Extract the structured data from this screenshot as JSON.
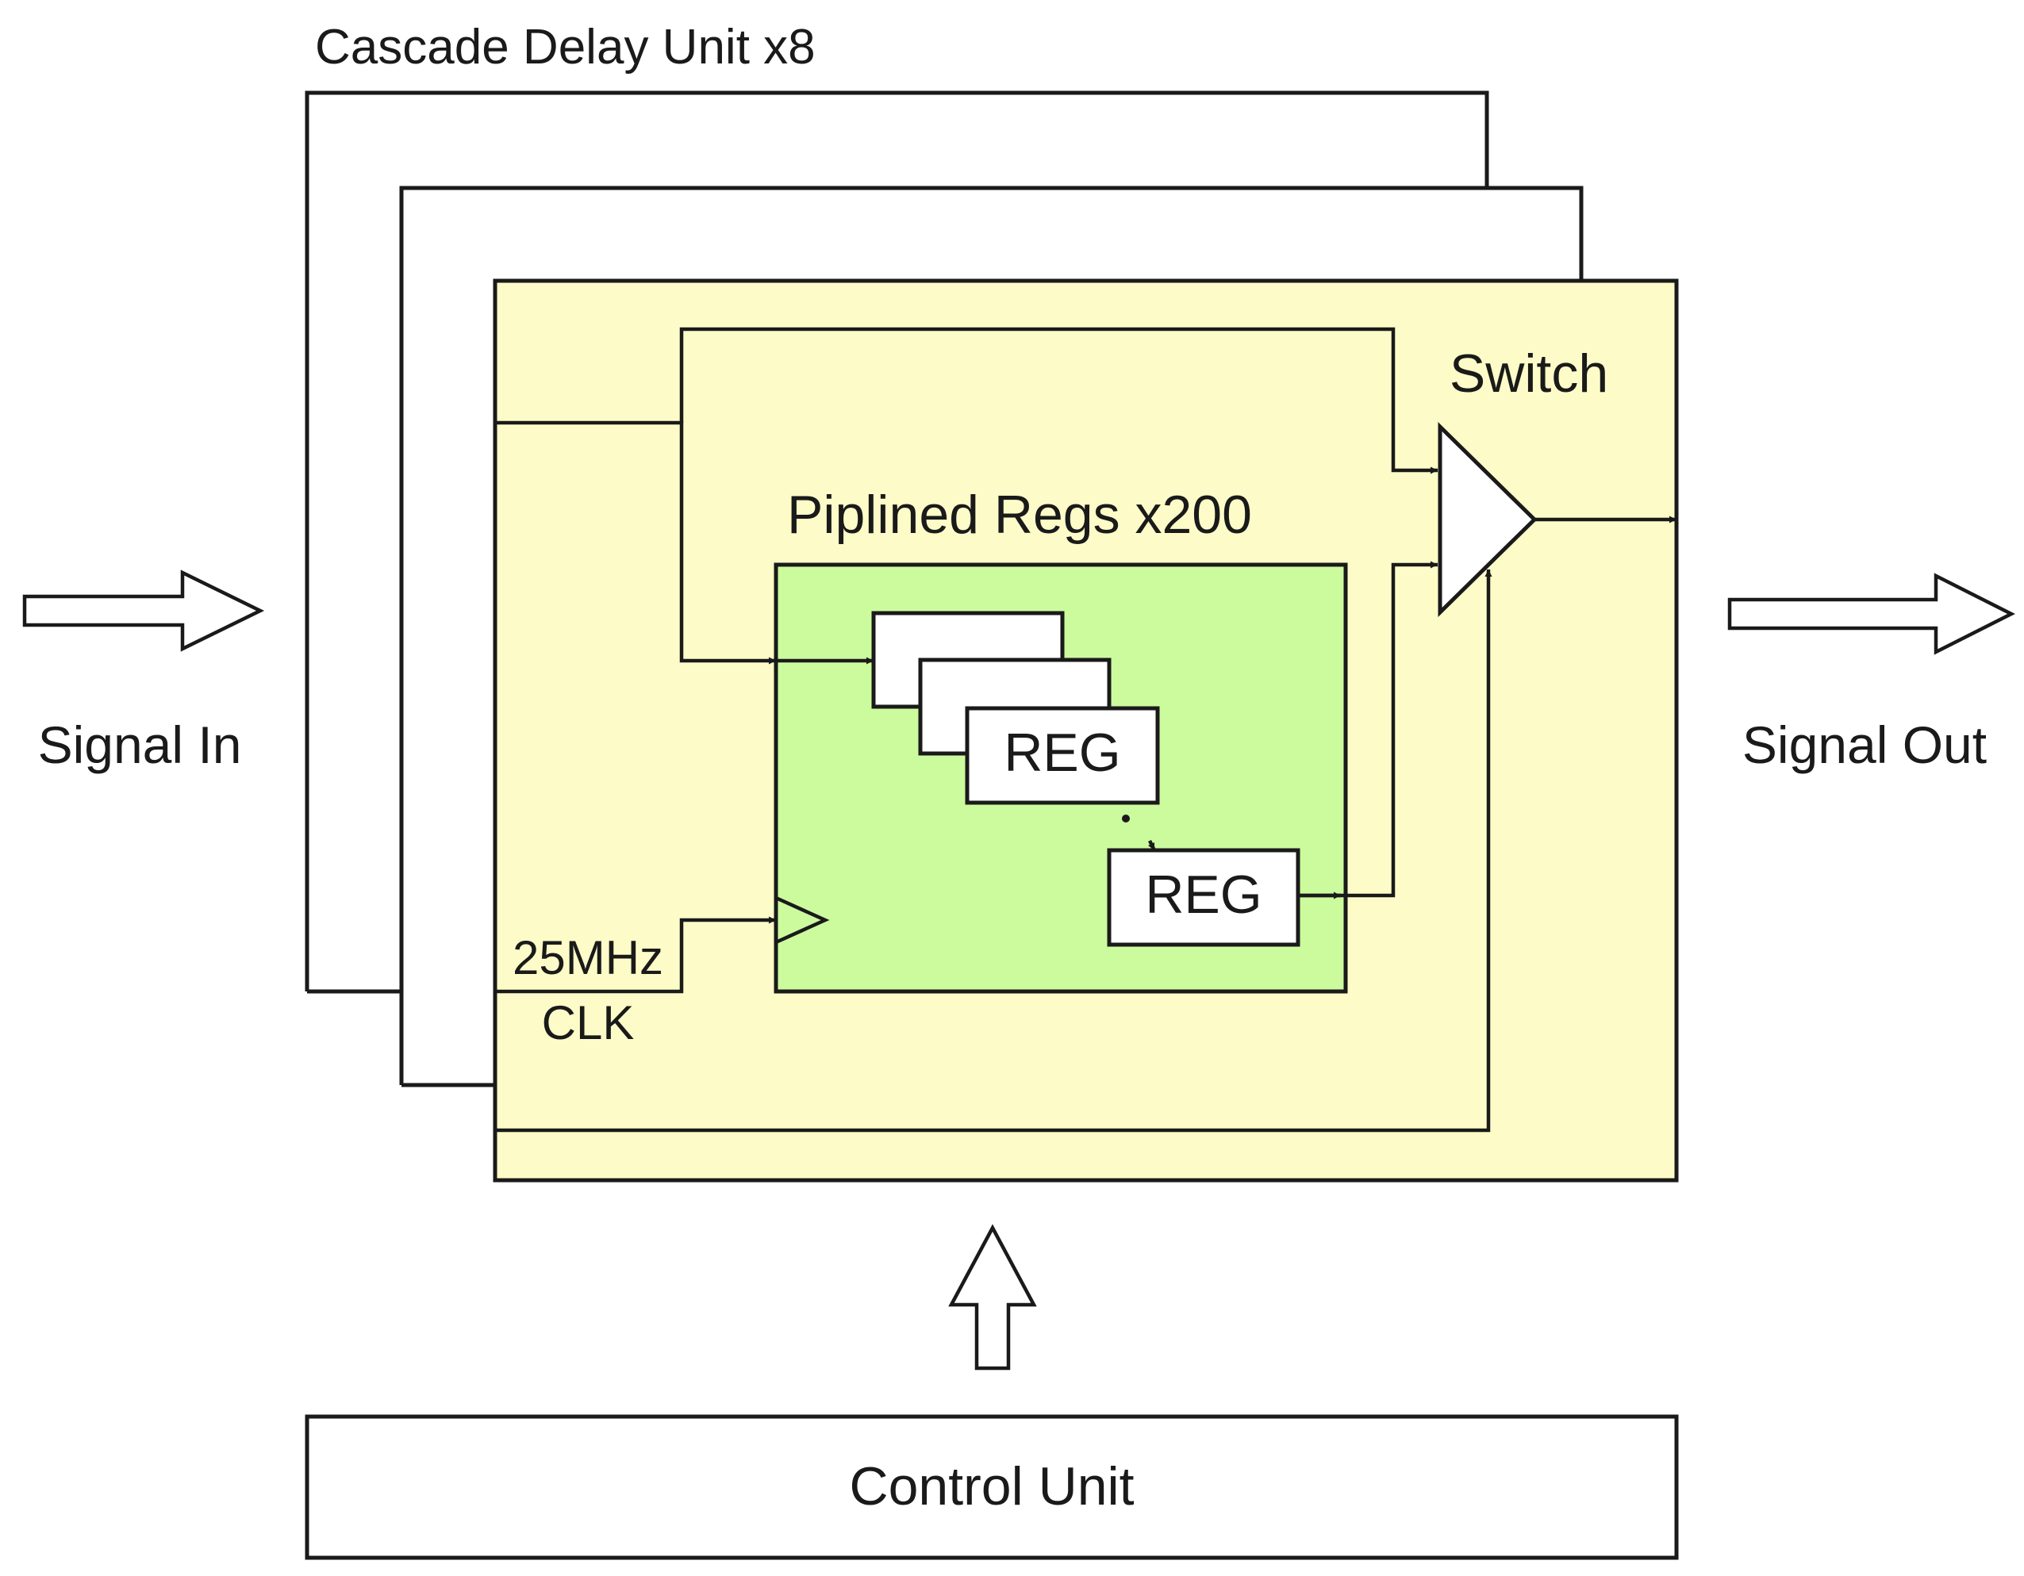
{
  "diagram": {
    "title": "Cascade Delay Unit x8",
    "signal_in": "Signal In",
    "signal_out": "Signal Out",
    "switch": "Switch",
    "pipeline": "Piplined Regs x200",
    "reg_upper": "REG",
    "reg_lower": "REG",
    "clk_freq": "25MHz",
    "clk": "CLK",
    "control_unit": "Control Unit"
  },
  "colors": {
    "stage_fill": "#fdfcc8",
    "pipeline_fill": "#ccfb9e",
    "line": "#1a1a1a"
  }
}
